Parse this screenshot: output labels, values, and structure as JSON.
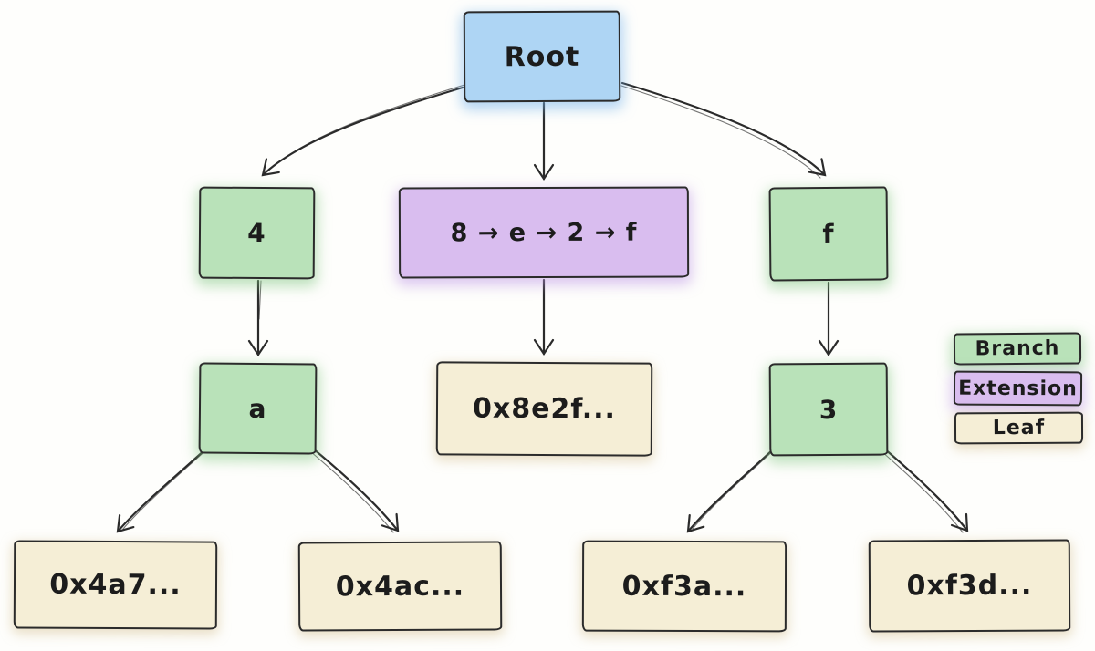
{
  "diagram": {
    "type": "tree",
    "nodes": {
      "root": "Root",
      "branch_4": "4",
      "extension_path": "8 → e → 2 → f",
      "branch_f": "f",
      "branch_a": "a",
      "leaf_8e2f": "0x8e2f...",
      "branch_3": "3",
      "leaf_4a7": "0x4a7...",
      "leaf_4ac": "0x4ac...",
      "leaf_f3a": "0xf3a...",
      "leaf_f3d": "0xf3d..."
    },
    "edges": [
      "root -> branch_4",
      "root -> extension_path",
      "root -> branch_f",
      "branch_4 -> branch_a",
      "extension_path -> leaf_8e2f",
      "branch_f -> branch_3",
      "branch_a -> leaf_4a7",
      "branch_a -> leaf_4ac",
      "branch_3 -> leaf_f3a",
      "branch_3 -> leaf_f3d"
    ],
    "legend": [
      {
        "label": "Branch",
        "color": "#b9e2b9"
      },
      {
        "label": "Extension",
        "color": "#d9bdef"
      },
      {
        "label": "Leaf",
        "color": "#f5eed6"
      }
    ],
    "colors": {
      "root_fill": "#aed5f4",
      "branch_fill": "#b9e2b9",
      "extension_fill": "#d9bdef",
      "leaf_fill": "#f5eed6",
      "stroke": "#2b2b2b"
    }
  }
}
